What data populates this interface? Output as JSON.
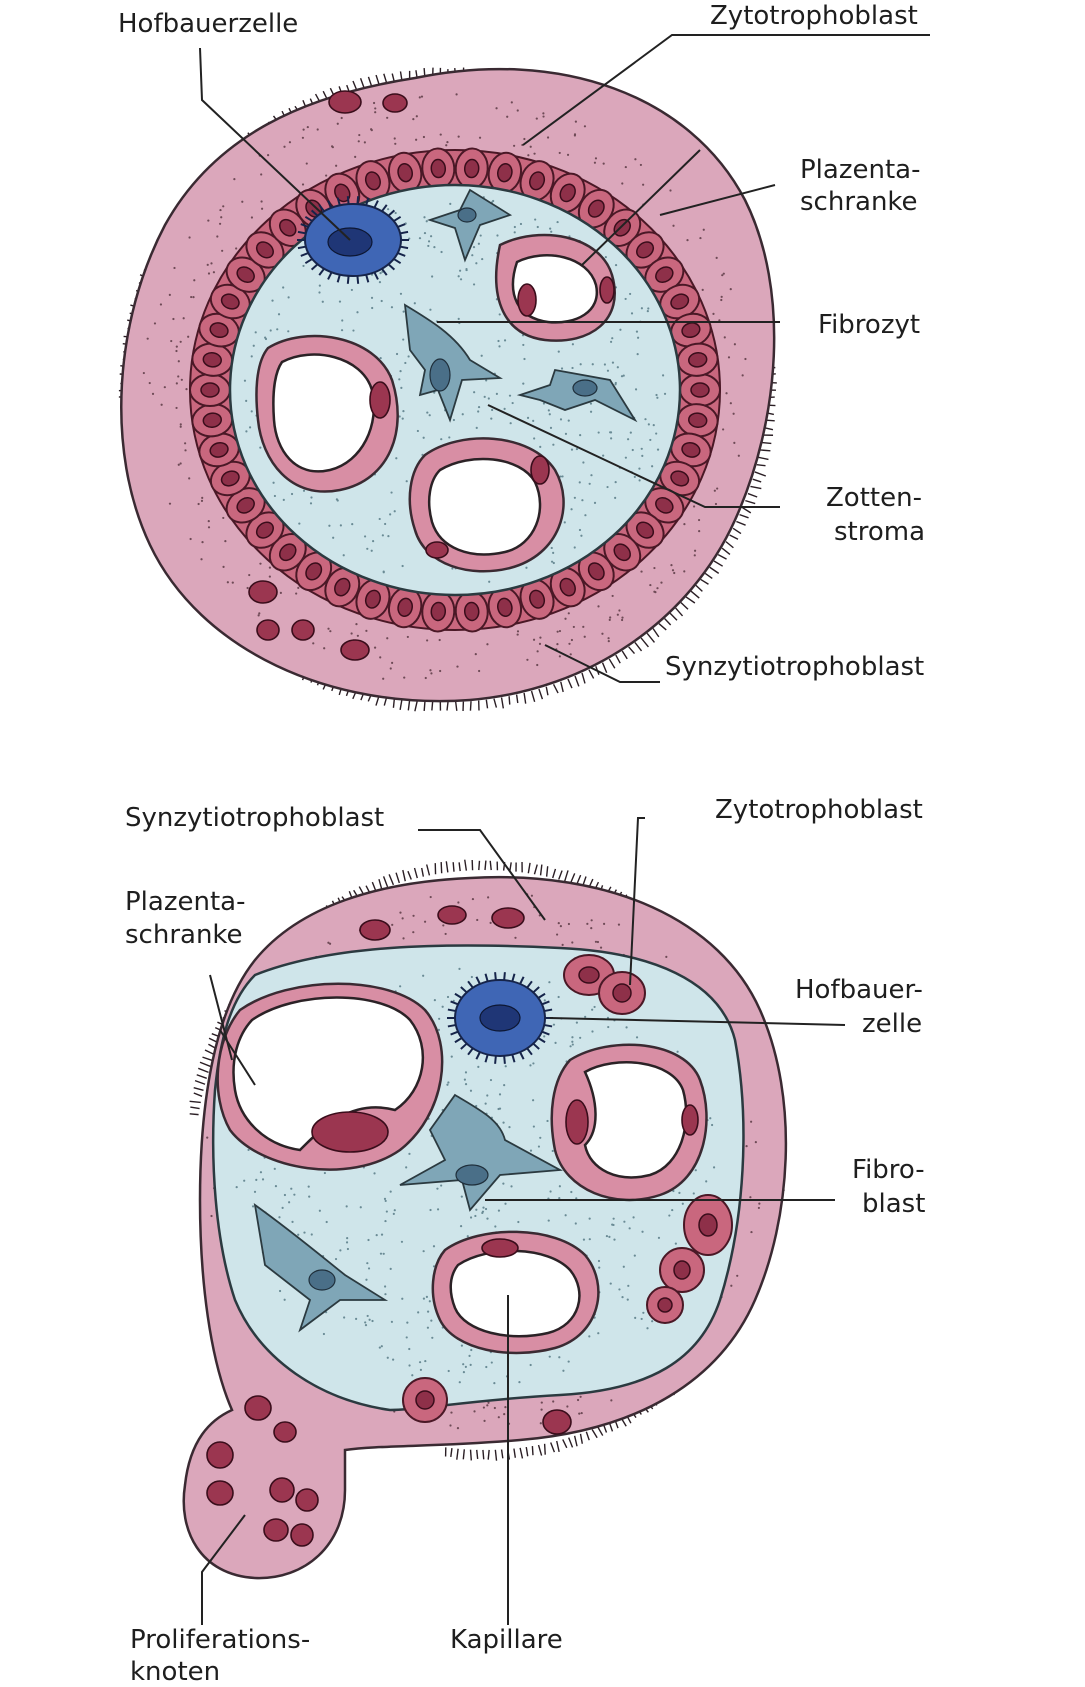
{
  "figure_top": {
    "labels": {
      "hofbauerzelle": "Hofbauerzelle",
      "zytotrophoblast": "Zytotrophoblast",
      "plazenta_1": "Plazenta-",
      "plazenta_2": "schranke",
      "fibrozyt": "Fibrozyt",
      "zotten_1": "Zotten-",
      "zotten_2": "stroma",
      "synzytiotrophoblast": "Synzytiotrophoblast"
    }
  },
  "figure_bottom": {
    "labels": {
      "synzytiotrophoblast": "Synzytiotrophoblast",
      "zytotrophoblast": "Zytotrophoblast",
      "plazenta_1": "Plazenta-",
      "plazenta_2": "schranke",
      "hofbauer_1": "Hofbauer-",
      "hofbauer_2": "zelle",
      "fibro_1": "Fibro-",
      "fibro_2": "blast",
      "proliferation_1": "Proliferations-",
      "proliferation_2": "knoten",
      "kapillare": "Kapillare"
    }
  },
  "colors": {
    "synzytiotrophoblast": "#dba7bb",
    "zottenstroma": "#cfe5ea",
    "zytotrophoblast": "#c9677e",
    "hofbauerzelle": "#3f66b5",
    "fibroblast": "#7fa6b7"
  }
}
